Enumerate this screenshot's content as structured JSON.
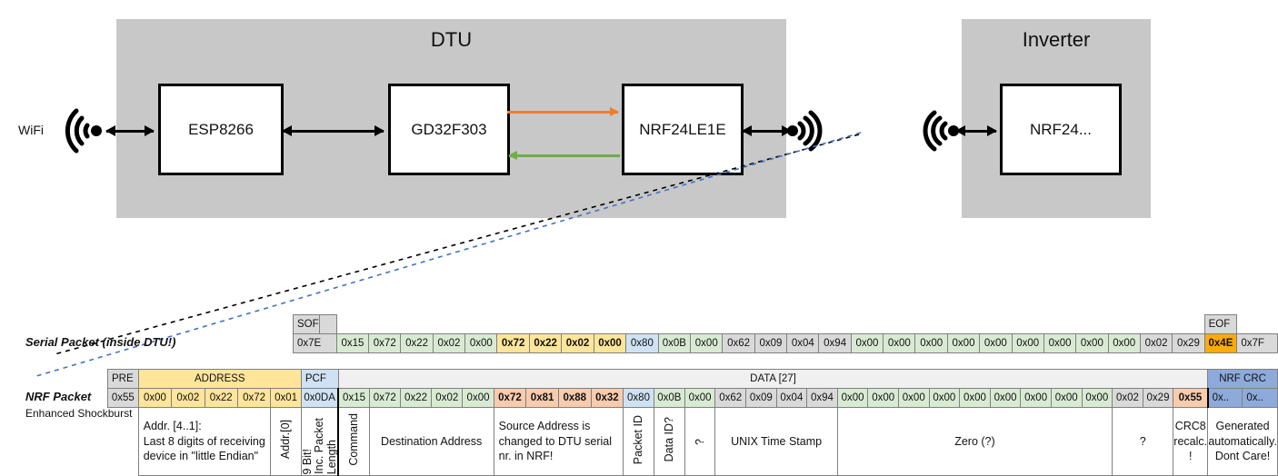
{
  "diagram": {
    "dtu": {
      "title": "DTU",
      "chips": [
        {
          "label": "ESP8266"
        },
        {
          "label": "GD32F303"
        },
        {
          "label": "NRF24LE1E"
        }
      ],
      "wifi_label": "WiFi",
      "arrow_colors": {
        "orange": "#ED7D31",
        "green": "#70AD47",
        "black": "#000000"
      }
    },
    "inverter": {
      "title": "Inverter",
      "chips": [
        {
          "label": "NRF24..."
        }
      ]
    },
    "enclosure_color": "#c8c8c8"
  },
  "labels": {
    "serial_packet": "Serial Packet (inside DTU!)",
    "nrf_packet": "NRF Packet",
    "nrf_sub": "Enhanced Shockburst"
  },
  "serial": {
    "header": {
      "sof": "SOF",
      "eof": "EOF"
    },
    "sof_value": "0x7E",
    "eof_value": "0x7F",
    "bytes": [
      {
        "v": "0x15",
        "c": "c-green"
      },
      {
        "v": "0x72",
        "c": "c-green"
      },
      {
        "v": "0x22",
        "c": "c-green"
      },
      {
        "v": "0x02",
        "c": "c-green"
      },
      {
        "v": "0x00",
        "c": "c-green"
      },
      {
        "v": "0x72",
        "c": "c-yellow",
        "b": true
      },
      {
        "v": "0x22",
        "c": "c-yellow",
        "b": true
      },
      {
        "v": "0x02",
        "c": "c-yellow",
        "b": true
      },
      {
        "v": "0x00",
        "c": "c-yellow",
        "b": true
      },
      {
        "v": "0x80",
        "c": "c-blue"
      },
      {
        "v": "0x0B",
        "c": "c-green"
      },
      {
        "v": "0x00",
        "c": "c-green"
      },
      {
        "v": "0x62",
        "c": "c-gray"
      },
      {
        "v": "0x09",
        "c": "c-gray"
      },
      {
        "v": "0x04",
        "c": "c-gray"
      },
      {
        "v": "0x94",
        "c": "c-gray"
      },
      {
        "v": "0x00",
        "c": "c-green"
      },
      {
        "v": "0x00",
        "c": "c-green"
      },
      {
        "v": "0x00",
        "c": "c-green"
      },
      {
        "v": "0x00",
        "c": "c-green"
      },
      {
        "v": "0x00",
        "c": "c-green"
      },
      {
        "v": "0x00",
        "c": "c-green"
      },
      {
        "v": "0x00",
        "c": "c-green"
      },
      {
        "v": "0x00",
        "c": "c-green"
      },
      {
        "v": "0x00",
        "c": "c-green"
      },
      {
        "v": "0x02",
        "c": "c-gray"
      },
      {
        "v": "0x29",
        "c": "c-gray"
      },
      {
        "v": "0x4E",
        "c": "c-orange",
        "b": true
      }
    ]
  },
  "nrf": {
    "headers": {
      "pre": "PRE",
      "address": "ADDRESS",
      "pcf": "PCF",
      "data": "DATA [27]",
      "crc": "NRF CRC"
    },
    "pre_value": "0x55",
    "address_values": [
      "0x00",
      "0x02",
      "0x22",
      "0x72",
      "0x01"
    ],
    "pcf_value": "0x0DA",
    "bytes": [
      {
        "v": "0x15",
        "c": "c-green"
      },
      {
        "v": "0x72",
        "c": "c-green"
      },
      {
        "v": "0x22",
        "c": "c-green"
      },
      {
        "v": "0x02",
        "c": "c-green"
      },
      {
        "v": "0x00",
        "c": "c-green"
      },
      {
        "v": "0x72",
        "c": "c-salmon",
        "b": true
      },
      {
        "v": "0x81",
        "c": "c-salmon",
        "b": true
      },
      {
        "v": "0x88",
        "c": "c-salmon",
        "b": true
      },
      {
        "v": "0x32",
        "c": "c-salmon",
        "b": true
      },
      {
        "v": "0x80",
        "c": "c-blue"
      },
      {
        "v": "0x0B",
        "c": "c-green"
      },
      {
        "v": "0x00",
        "c": "c-green"
      },
      {
        "v": "0x62",
        "c": "c-gray"
      },
      {
        "v": "0x09",
        "c": "c-gray"
      },
      {
        "v": "0x04",
        "c": "c-gray"
      },
      {
        "v": "0x94",
        "c": "c-gray"
      },
      {
        "v": "0x00",
        "c": "c-green"
      },
      {
        "v": "0x00",
        "c": "c-green"
      },
      {
        "v": "0x00",
        "c": "c-green"
      },
      {
        "v": "0x00",
        "c": "c-green"
      },
      {
        "v": "0x00",
        "c": "c-green"
      },
      {
        "v": "0x00",
        "c": "c-green"
      },
      {
        "v": "0x00",
        "c": "c-green"
      },
      {
        "v": "0x00",
        "c": "c-green"
      },
      {
        "v": "0x00",
        "c": "c-green"
      },
      {
        "v": "0x02",
        "c": "c-gray"
      },
      {
        "v": "0x29",
        "c": "c-gray"
      },
      {
        "v": "0x55",
        "c": "c-salmon",
        "b": true
      }
    ],
    "crc_values": [
      "0x..",
      "0x.."
    ]
  },
  "annotations": {
    "address_note_line1": "Addr. [4..1]:",
    "address_note_line2": "Last 8 digits of receiving",
    "address_note_line3": "device in \"little Endian\"",
    "addr0": "Addr.[0]",
    "pcf_l1": "9 Bit!",
    "pcf_l2": "Inc. Packet",
    "pcf_l3": "Length",
    "command": "Command",
    "destination_address": "Destination Address",
    "source_note_line1": "Source Address is",
    "source_note_line2": "changed to DTU serial",
    "source_note_line3": "nr. in NRF!",
    "packet_id": "Packet ID",
    "data_id": "Data ID?",
    "unknown_tilde": "?",
    "unix_time_stamp": "UNIX Time Stamp",
    "zero": "Zero (?)",
    "question": "?",
    "crc8_l1": "CRC8",
    "crc8_l2": "recalc.",
    "crc8_l3": "!",
    "nrfcrc_l1": "Generated",
    "nrfcrc_l2": "automatically.",
    "nrfcrc_l3": "Dont Care!"
  },
  "colors": {
    "enclosure": "#c8c8c8",
    "orange_arrow": "#ED7D31",
    "green_arrow": "#70AD47",
    "crc_orange": "#ffab08",
    "salmon": "#f8cbad",
    "address_yellow": "#ffe599",
    "pcf_blue": "#cfe2f3",
    "data_green": "#d9ead3",
    "leader_black": "#000000",
    "leader_blue": "#4472c4"
  }
}
